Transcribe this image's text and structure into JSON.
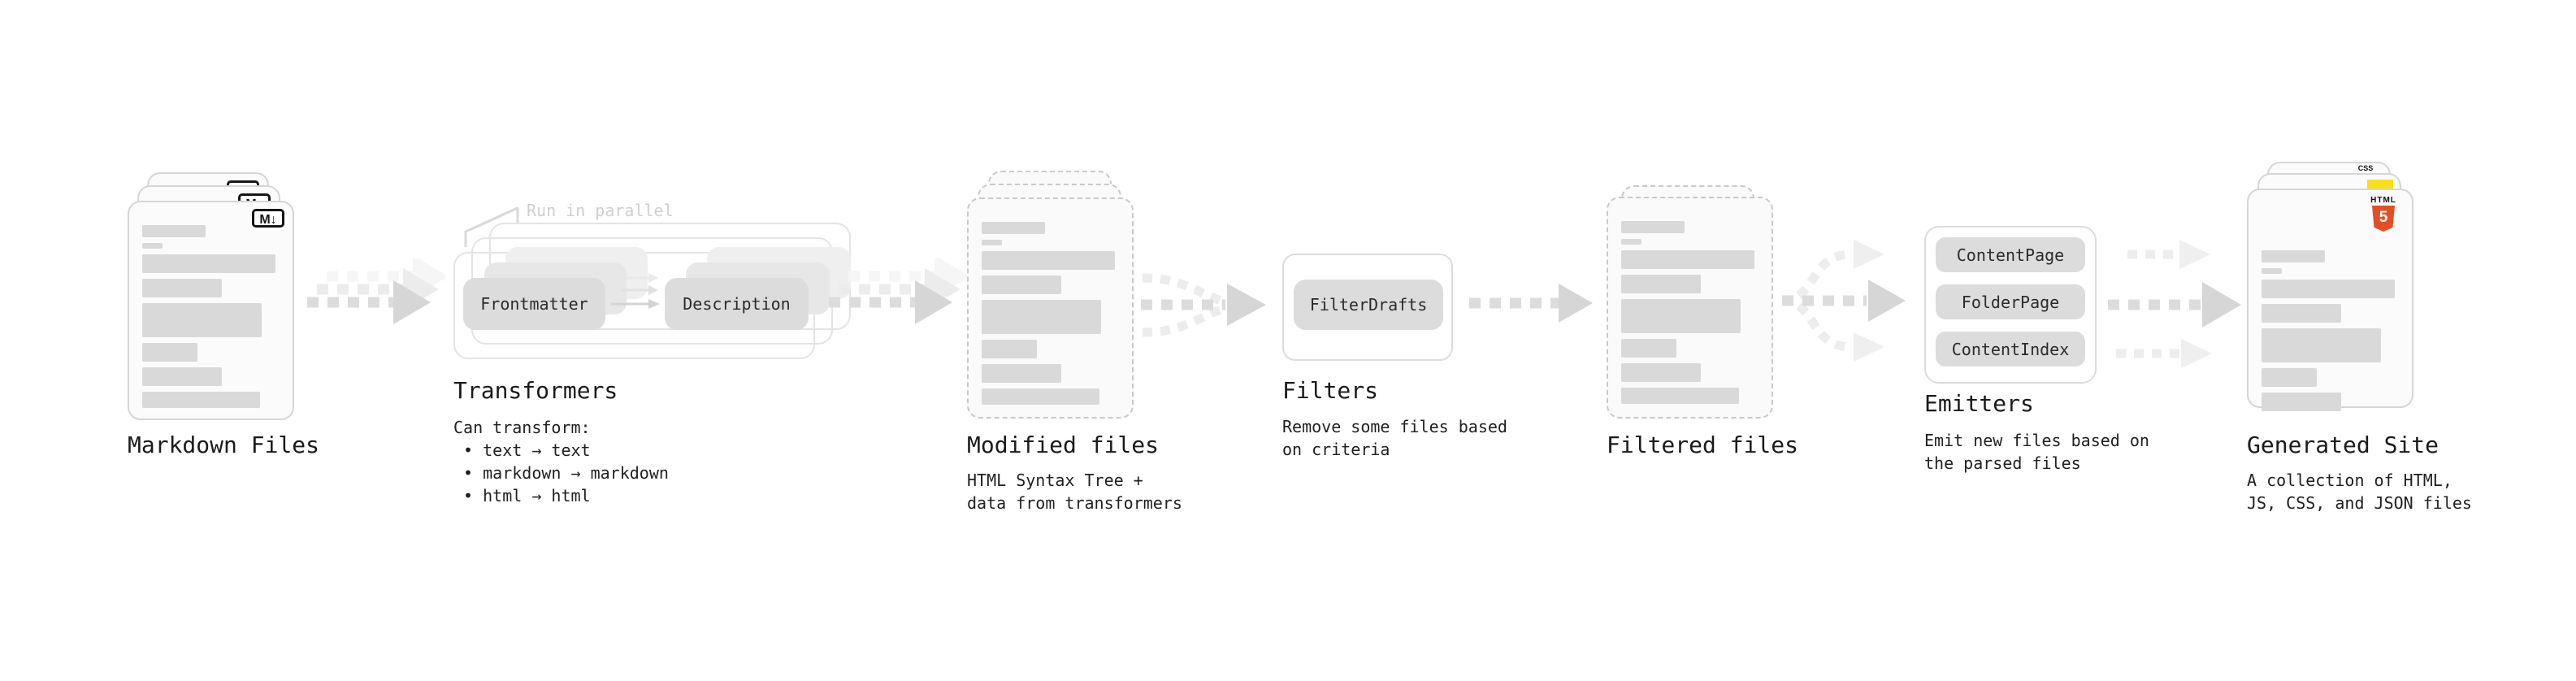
{
  "nodes": {
    "markdown_files": {
      "title": "Markdown Files",
      "badge": "M↓"
    },
    "transformers": {
      "title": "Transformers",
      "annotation": "Run in parallel",
      "input_chip": "Frontmatter",
      "output_chip": "Description",
      "description": "Can transform:\n • text → text\n • markdown → markdown\n • html → html"
    },
    "modified_files": {
      "title": "Modified files",
      "description": "HTML Syntax Tree +\ndata from transformers"
    },
    "filters": {
      "title": "Filters",
      "chip": "FilterDrafts",
      "description": "Remove some files based\non criteria"
    },
    "filtered_files": {
      "title": "Filtered files"
    },
    "emitters": {
      "title": "Emitters",
      "chips": [
        "ContentPage",
        "FolderPage",
        "ContentIndex"
      ],
      "description": "Emit new files based on\nthe parsed files"
    },
    "generated_site": {
      "title": "Generated Site",
      "description": "A collection of HTML,\nJS, CSS, and JSON files",
      "badges": {
        "css_label": "CSS",
        "html_label": "HTML",
        "html_number": "5"
      }
    }
  },
  "colors": {
    "html5_orange": "#e44d26",
    "js_yellow": "#f7df1e",
    "css_blue": "#2965f1"
  }
}
